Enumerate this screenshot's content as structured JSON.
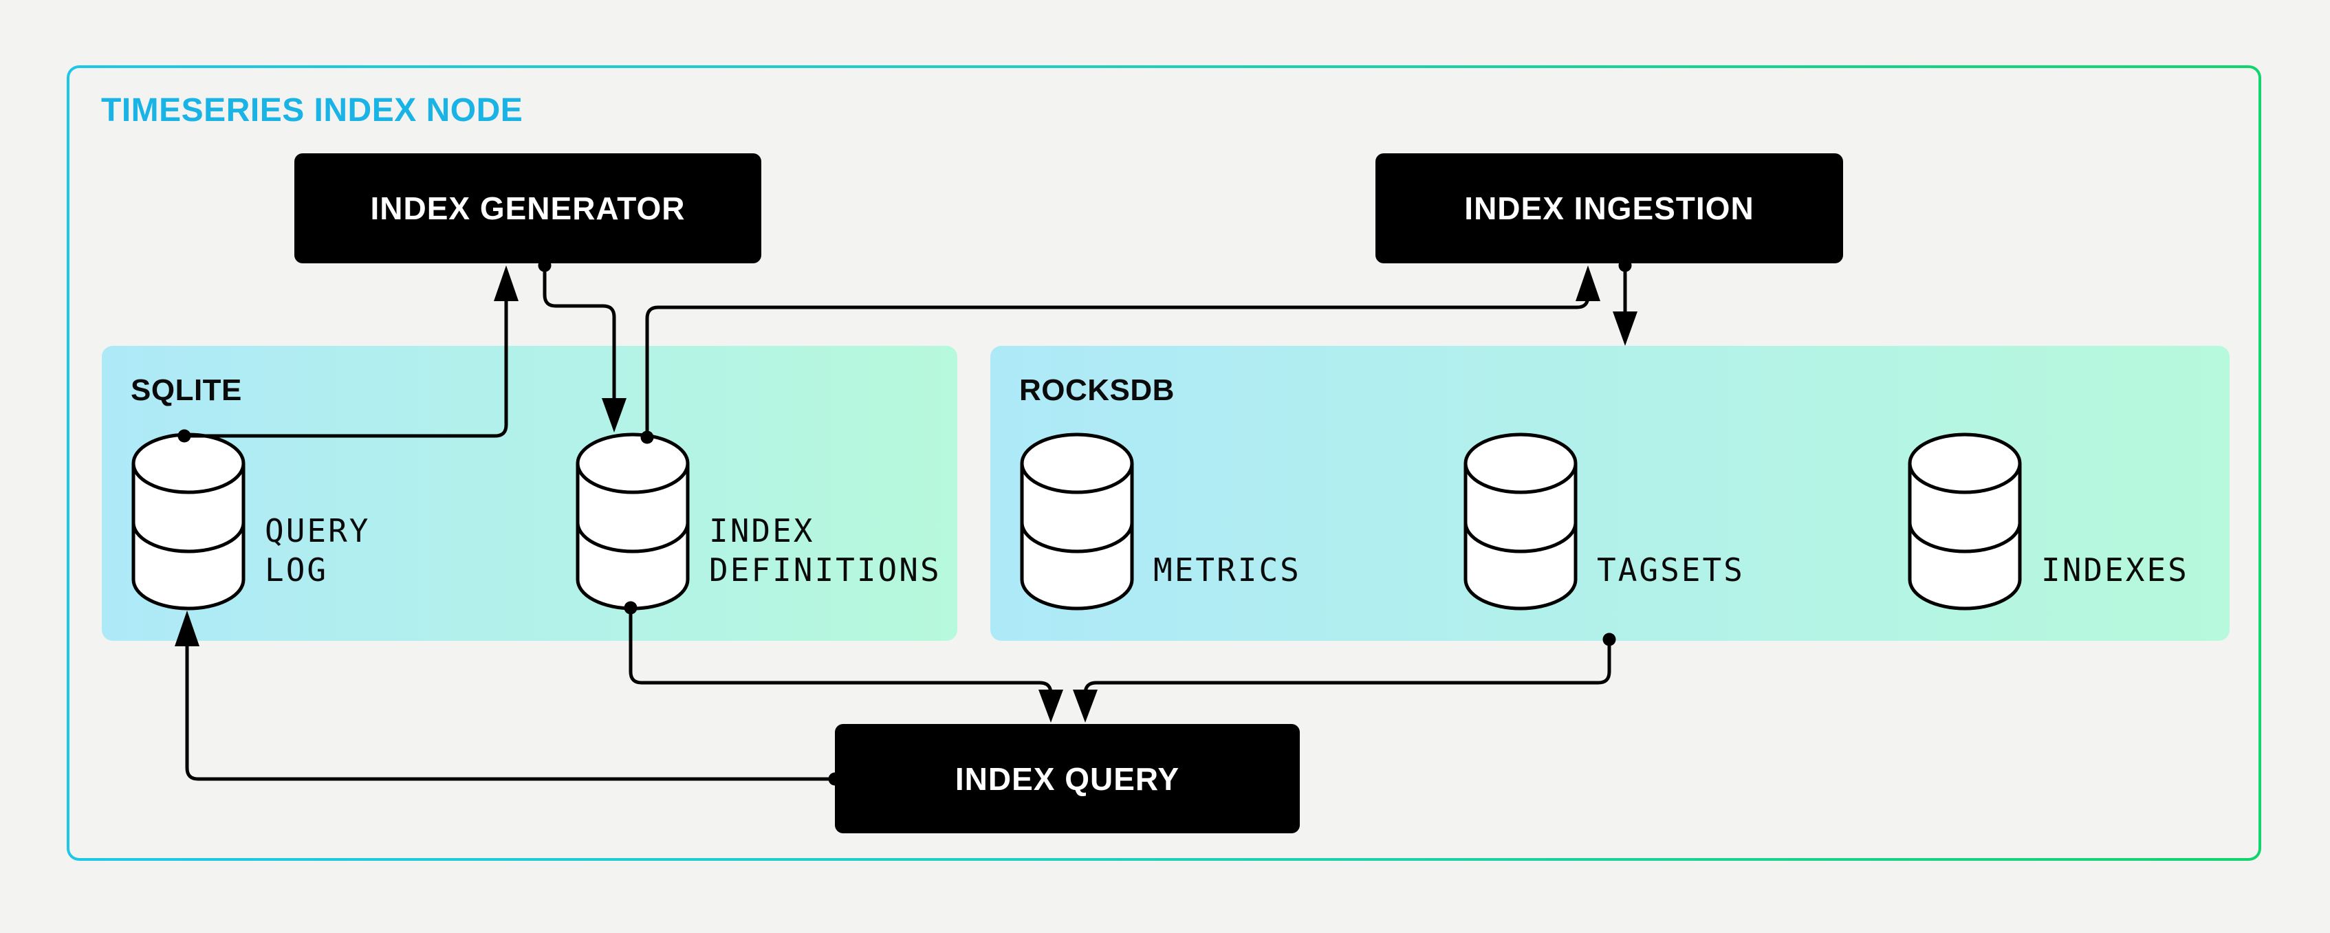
{
  "frame": {
    "title": "TIMESERIES INDEX NODE"
  },
  "nodes": {
    "generator": {
      "label": "INDEX GENERATOR"
    },
    "ingestion": {
      "label": "INDEX INGESTION"
    },
    "query": {
      "label": "INDEX QUERY"
    }
  },
  "panels": {
    "sqlite": {
      "title": "SQLITE"
    },
    "rocksdb": {
      "title": "ROCKSDB"
    }
  },
  "stores": {
    "query_log": {
      "line1": "QUERY",
      "line2": "LOG"
    },
    "index_definitions": {
      "line1": "INDEX",
      "line2": "DEFINITIONS"
    },
    "metrics": {
      "label": "METRICS"
    },
    "tagsets": {
      "label": "TAGSETS"
    },
    "indexes": {
      "label": "INDEXES"
    }
  },
  "colors": {
    "background": "#f3f3f1",
    "frame_gradient_start": "#1fc7e7",
    "frame_gradient_end": "#12d46e",
    "title_text": "#1ab3e6",
    "panel_gradient_start": "#aee9f8",
    "panel_gradient_end": "#b7f9dc",
    "node_background": "#000000",
    "node_text": "#ffffff",
    "wire": "#000000"
  }
}
